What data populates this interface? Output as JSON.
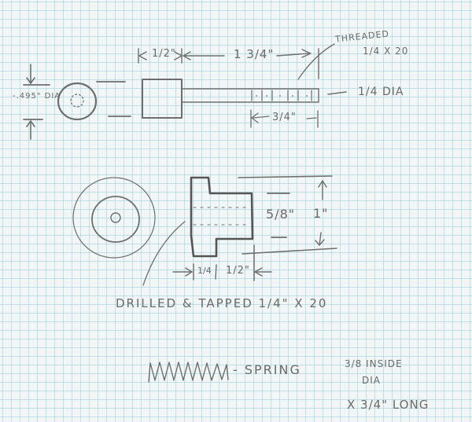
{
  "sheet": {
    "paper": "graph-paper",
    "grid_color": "#96cdd7",
    "paper_color": "#f3f6f6",
    "ink_color": "#6e6e6e"
  },
  "part_1_pin": {
    "end_view_diameter": "-.495\" DIA",
    "head_length": "1/2\"",
    "shaft_length": "1 3/4\"",
    "thread_note_line1": "THREADED",
    "thread_note_line2": "1/4 X 20",
    "shaft_diameter": "1/4 DIA",
    "thread_length": "3/4\""
  },
  "part_2_knob": {
    "inner_diameter": "5/8\"",
    "outer_diameter": "1\"",
    "flange_width": "1/4",
    "hub_length": "1/2\"",
    "note": "DRILLED & TAPPED 1/4\" X 20"
  },
  "part_3_spring": {
    "label": "- SPRING",
    "spec_line1": "3/8 INSIDE",
    "spec_line2": "DIA",
    "spec_line3": "X 3/4\" LONG"
  }
}
